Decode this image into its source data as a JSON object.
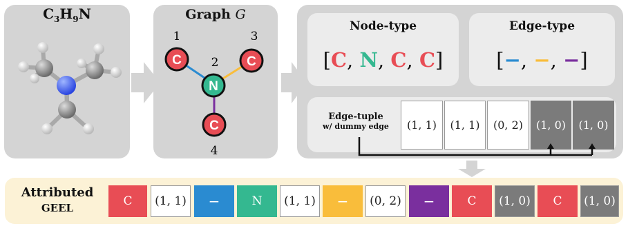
{
  "molecule": {
    "title_main": "C",
    "title_sub1": "3",
    "title_mid": "H",
    "title_sub2": "9",
    "title_end": "N"
  },
  "graph": {
    "title": "Graph ",
    "title_var": "G",
    "nodes": [
      {
        "label": "C",
        "index": "1",
        "color": "#e84d55"
      },
      {
        "label": "N",
        "index": "2",
        "color": "#34b890"
      },
      {
        "label": "C",
        "index": "3",
        "color": "#e84d55"
      },
      {
        "label": "C",
        "index": "4",
        "color": "#e84d55"
      }
    ],
    "edge_colors": [
      "#2a8bd1",
      "#f9bd3b",
      "#7a2f9e"
    ]
  },
  "node_type": {
    "title": "Node-type",
    "open": "[",
    "items": [
      {
        "text": "C",
        "color": "#e84d55"
      },
      {
        "text": "N",
        "color": "#34b890"
      },
      {
        "text": "C",
        "color": "#e84d55"
      },
      {
        "text": "C",
        "color": "#e84d55"
      }
    ],
    "sep": ", ",
    "close": "]"
  },
  "edge_type": {
    "title": "Edge-type",
    "open": "[",
    "items": [
      {
        "text": "−",
        "color": "#2a8bd1"
      },
      {
        "text": "−",
        "color": "#f9bd3b"
      },
      {
        "text": "−",
        "color": "#7a2f9e"
      }
    ],
    "sep": ", ",
    "close": "]"
  },
  "edge_tuple": {
    "label_line1": "Edge-tuple",
    "label_line2": "w/ dummy edge",
    "tuples": [
      "(1, 1)",
      "(1, 1)",
      "(0, 2)",
      "(1, 0)",
      "(1, 0)"
    ]
  },
  "geel": {
    "label_line1": "Attributed",
    "label_line2": "GEEL",
    "tokens": [
      "C",
      "(1, 1)",
      "−",
      "N",
      "(1, 1)",
      "−",
      "(0, 2)",
      "−",
      "C",
      "(1, 0)",
      "C",
      "(1, 0)"
    ]
  },
  "colors": {
    "panel": "#d4d4d4",
    "inner": "#ececec",
    "geel_bg": "#fcf2d6",
    "carbon_node": "#e84d55",
    "nitrogen_node": "#34b890",
    "dummy": "#7b7b7b"
  }
}
